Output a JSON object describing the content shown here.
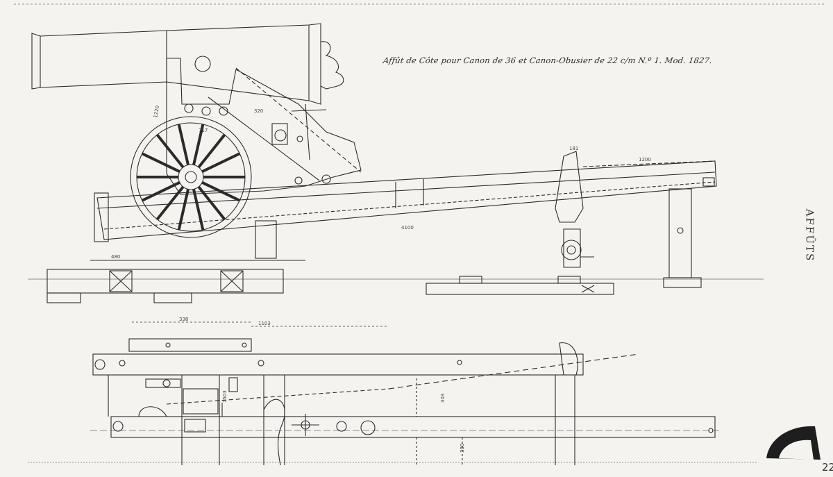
{
  "title": "Affût de Côte pour Canon de 36 et Canon-Obusier de 22 c/m N.º 1. Mod. 1827.",
  "side_label": "AFFÛTS",
  "page_number": "22",
  "dimensions": {
    "d1": "1220",
    "d2": "320",
    "d3": "717",
    "d4": "4100",
    "d5": "480",
    "d6": "338",
    "d7": "1103",
    "d8": "1503",
    "d9": "380",
    "d10": "181",
    "d11": "1200",
    "d12": "303"
  },
  "colors": {
    "ink": "#2b2b2b",
    "paper": "#f4f3ef"
  }
}
